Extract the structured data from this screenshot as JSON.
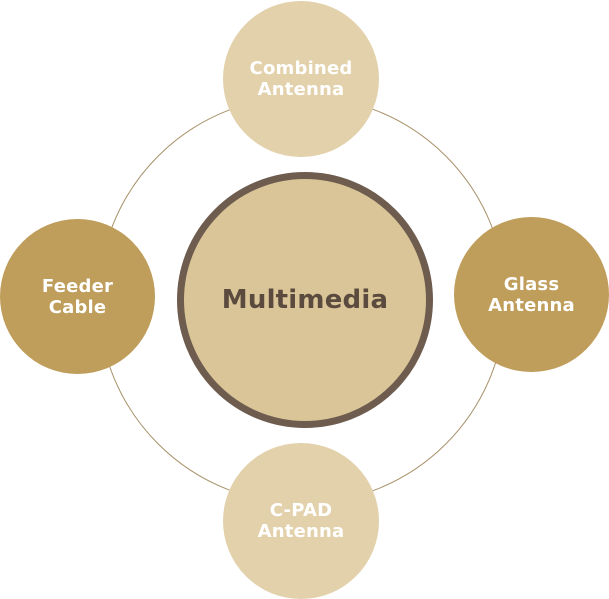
{
  "center": {
    "label": "Multimedia"
  },
  "nodes": {
    "top": {
      "label": "Combined\nAntenna"
    },
    "right": {
      "label": "Glass\nAntenna"
    },
    "bottom": {
      "label": "C-PAD\nAntenna"
    },
    "left": {
      "label": "Feeder\nCable"
    }
  },
  "colors": {
    "light_node": "#e2d1ab",
    "dark_node": "#bf9d5b",
    "center_fill": "#d9c597",
    "center_border": "#6e5c4f",
    "center_text": "#5b4a3e",
    "orbit_line": "#a8916a",
    "node_text": "#ffffff"
  }
}
